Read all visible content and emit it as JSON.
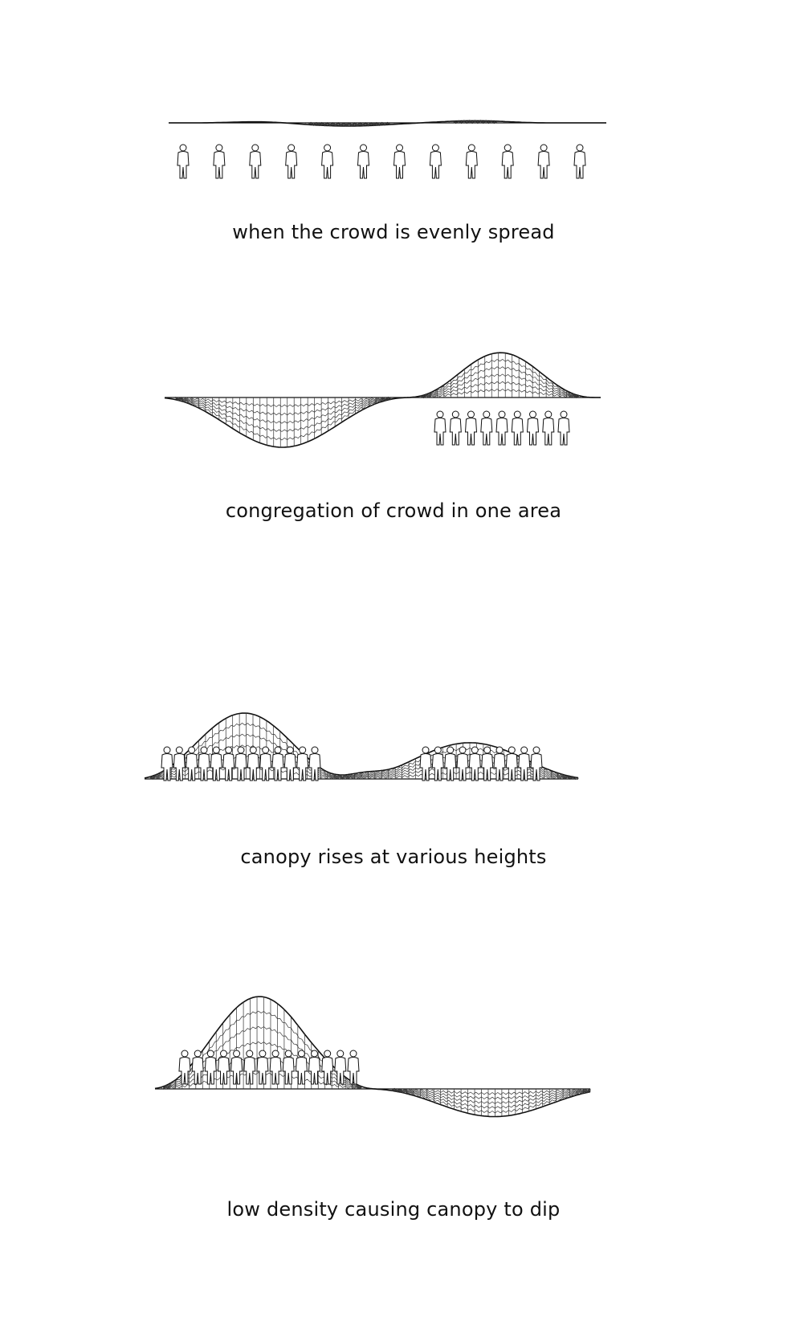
{
  "panels": [
    {
      "id": "p1",
      "caption": "when the crowd is evenly spread",
      "shapes": [
        {
          "center": 0.41,
          "width": 0.22,
          "amp": -0.18
        },
        {
          "center": 0.7,
          "width": 0.18,
          "amp": 0.12
        },
        {
          "center": 0.2,
          "width": 0.15,
          "amp": 0.06
        }
      ],
      "people_groups": [
        {
          "count": 12,
          "spread": "even"
        }
      ]
    },
    {
      "id": "p2",
      "caption": "congregation of crowd in one area",
      "shapes": [
        {
          "center": 0.27,
          "width": 0.3,
          "amp": -1.0
        },
        {
          "center": 0.77,
          "width": 0.22,
          "amp": 0.9
        }
      ],
      "people_groups": [
        {
          "count": 9,
          "spread": "cluster"
        }
      ]
    },
    {
      "id": "p3",
      "caption": "canopy rises at various heights",
      "shapes": [
        {
          "center": 0.23,
          "width": 0.26,
          "amp": 1.0
        },
        {
          "center": 0.5,
          "width": 0.1,
          "amp": 0.08
        },
        {
          "center": 0.75,
          "width": 0.3,
          "amp": 0.55
        }
      ],
      "people_groups": [
        {
          "count": 13,
          "spread": "cluster"
        },
        {
          "count": 10,
          "spread": "cluster"
        }
      ]
    },
    {
      "id": "p4",
      "caption": "low density causing canopy to dip",
      "shapes": [
        {
          "center": 0.24,
          "width": 0.26,
          "amp": 1.0
        },
        {
          "center": 0.42,
          "width": 0.1,
          "amp": 0.05
        },
        {
          "center": 0.78,
          "width": 0.3,
          "amp": -0.3
        }
      ],
      "people_groups": [
        {
          "count": 14,
          "spread": "cluster"
        }
      ]
    }
  ]
}
